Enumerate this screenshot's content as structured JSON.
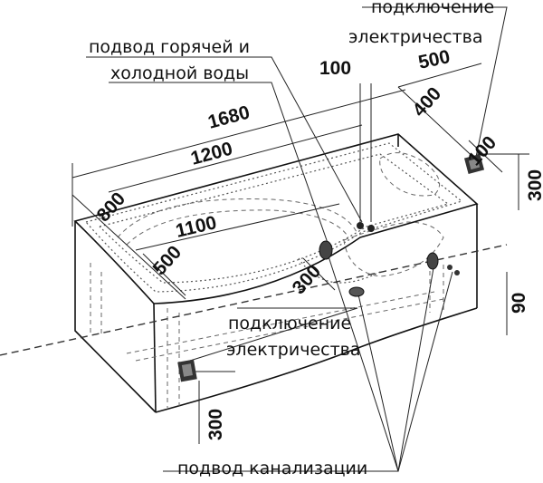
{
  "labels": {
    "water_supply_line1": "подвод горячей и",
    "water_supply_line2": "холодной воды",
    "power_top_line1": "подключение",
    "power_top_line2": "электричества",
    "power_mid_line1": "подключение",
    "power_mid_line2": "электричества",
    "drain": "подвод канализации"
  },
  "dimensions": {
    "d1680": "1680",
    "d1200": "1200",
    "d1100": "1100",
    "d800": "800",
    "d500_left": "500",
    "d300_mid": "300",
    "d100_top": "100",
    "d500_top": "500",
    "d400": "400",
    "d100_right": "100",
    "d300_right": "300",
    "d90": "90",
    "d300_bottom": "300"
  }
}
